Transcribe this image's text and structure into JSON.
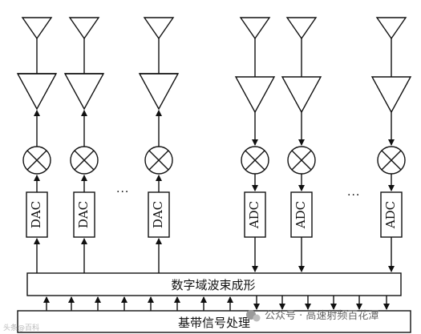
{
  "diagram": {
    "tx_chains": [
      {
        "converter": "DAC"
      },
      {
        "converter": "DAC"
      },
      {
        "converter": "DAC"
      }
    ],
    "rx_chains": [
      {
        "converter": "ADC"
      },
      {
        "converter": "ADC"
      },
      {
        "converter": "ADC"
      }
    ],
    "ellipsis_tx": "···",
    "ellipsis_rx": "···",
    "beamforming_label": "数字域波束成形",
    "baseband_label": "基带信号处理"
  },
  "watermark": {
    "left_text": "头条@百科",
    "right_text": "公众号 · 高速射频百花潭"
  }
}
